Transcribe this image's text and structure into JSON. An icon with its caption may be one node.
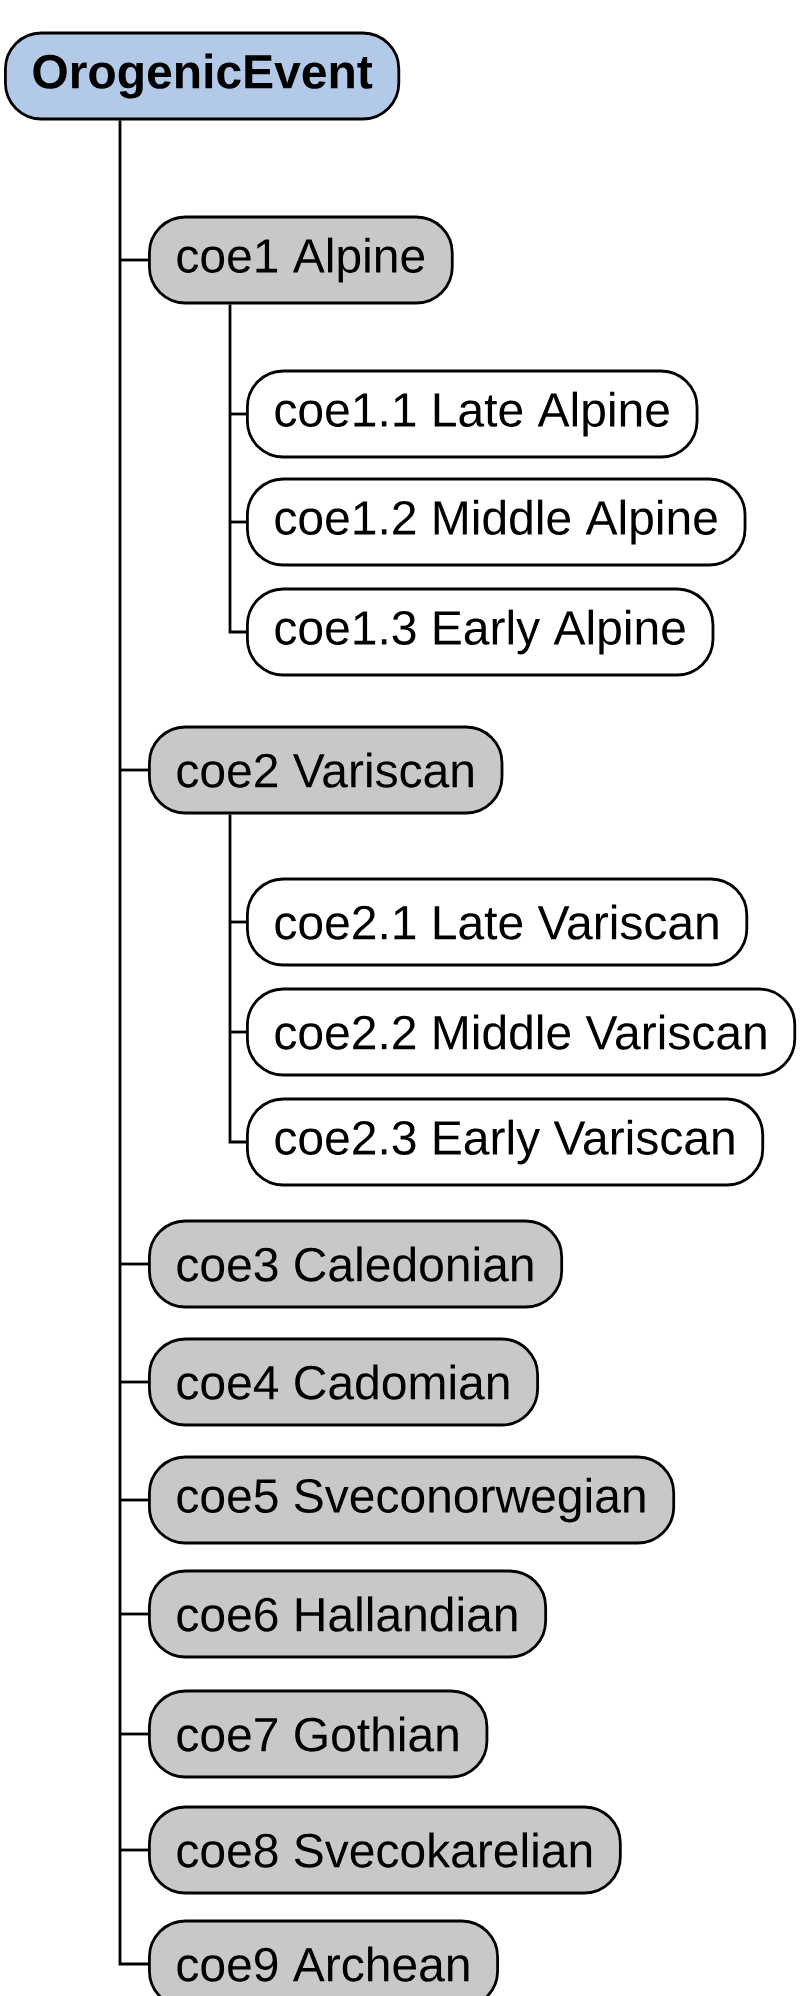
{
  "diagram": {
    "nodes": [
      {
        "text": [
          "OrogenicEvent"
        ]
      },
      {
        "text": [
          "coe1 Alpine"
        ]
      },
      {
        "text": [
          "coe1.1 Late Alpine"
        ]
      },
      {
        "text": [
          "coe1.2 Middle Alpine"
        ]
      },
      {
        "text": [
          "coe1.3 Early Alpine"
        ]
      },
      {
        "text": [
          "coe2 Variscan"
        ]
      },
      {
        "text": [
          "coe2.1 Late Variscan"
        ]
      },
      {
        "text": [
          "coe2.2 Middle Variscan"
        ]
      },
      {
        "text": [
          "coe2.3 Early Variscan"
        ]
      },
      {
        "text": [
          "coe3 Caledonian"
        ]
      },
      {
        "text": [
          "coe4 Cadomian"
        ]
      },
      {
        "text": [
          "coe5 Sveconorwegian"
        ]
      },
      {
        "text": [
          "coe6 Hallandian"
        ]
      },
      {
        "text": [
          "coe7 Gothian"
        ]
      },
      {
        "text": [
          "coe8 Svecokarelian"
        ]
      },
      {
        "text": [
          "coe9 Archean"
        ]
      }
    ],
    "edges": [
      {
        "from": 0,
        "to": 1,
        "arrow": "none"
      },
      {
        "from": 1,
        "to": 2,
        "arrow": "none"
      },
      {
        "from": 1,
        "to": 3,
        "arrow": "none"
      },
      {
        "from": 1,
        "to": 4,
        "arrow": "none"
      },
      {
        "from": 0,
        "to": 5,
        "arrow": "none"
      },
      {
        "from": 5,
        "to": 6,
        "arrow": "none"
      },
      {
        "from": 5,
        "to": 7,
        "arrow": "none"
      },
      {
        "from": 5,
        "to": 8,
        "arrow": "none"
      },
      {
        "from": 0,
        "to": 9,
        "arrow": "none"
      },
      {
        "from": 0,
        "to": 10,
        "arrow": "none"
      },
      {
        "from": 0,
        "to": 11,
        "arrow": "none"
      },
      {
        "from": 0,
        "to": 12,
        "arrow": "none"
      },
      {
        "from": 0,
        "to": 13,
        "arrow": "none"
      },
      {
        "from": 0,
        "to": 14,
        "arrow": "none"
      },
      {
        "from": 0,
        "to": 15,
        "arrow": "none"
      }
    ]
  }
}
